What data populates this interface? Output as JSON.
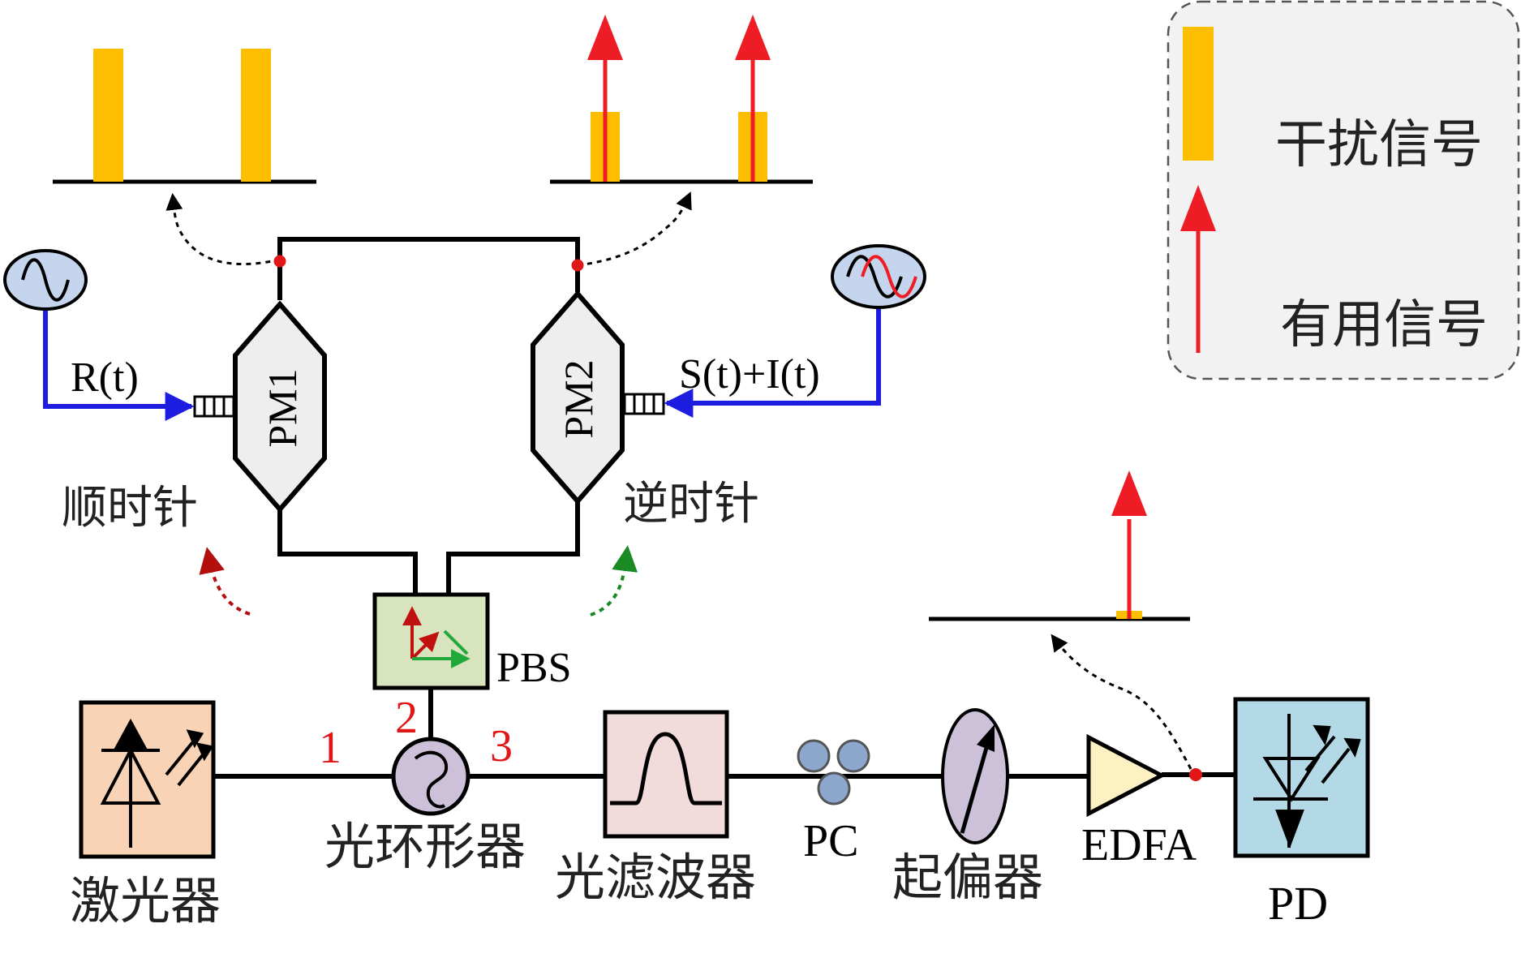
{
  "colors": {
    "interference": "#fdbd00",
    "useful": "#ee1c25",
    "blue_wire": "#1d1de0",
    "port_red": "#e11717",
    "laser_fill": "#f9d3b5",
    "filter_fill": "#f2dcdb",
    "pbs_fill": "#d7e4bd",
    "pd_fill": "#b4d9e6",
    "pc_fill": "#8da7cc",
    "polarizer_fill": "#ccc1d9",
    "edfa_fill": "#fdf1c2",
    "source_fill": "#c6d5ee",
    "legend_bg": "#f2f2f2",
    "pm_fill": "#eeeeee",
    "ccw_arrow": "#1a8a24",
    "cw_arrow": "#b30f0f"
  },
  "labels": {
    "pm1": "PM1",
    "pm2": "PM2",
    "r_t": "R(t)",
    "s_i_t": "S(t)+I(t)",
    "cw": "顺时针",
    "ccw": "逆时针",
    "pbs": "PBS",
    "port1": "1",
    "port2": "2",
    "port3": "3",
    "laser": "激光器",
    "circulator": "光环形器",
    "filter": "光滤波器",
    "pc": "PC",
    "polarizer": "起偏器",
    "edfa": "EDFA",
    "pd": "PD"
  },
  "legend": {
    "interference": "干扰信号",
    "useful": "有用信号"
  },
  "icons": [
    "laser-diode-icon",
    "circulator-icon",
    "bandpass-filter-icon",
    "polarization-controller-icon",
    "polarizer-icon",
    "amplifier-triangle-icon",
    "photodiode-icon",
    "sine-source-icon",
    "mixed-sine-source-icon",
    "split-arrows-icon"
  ]
}
